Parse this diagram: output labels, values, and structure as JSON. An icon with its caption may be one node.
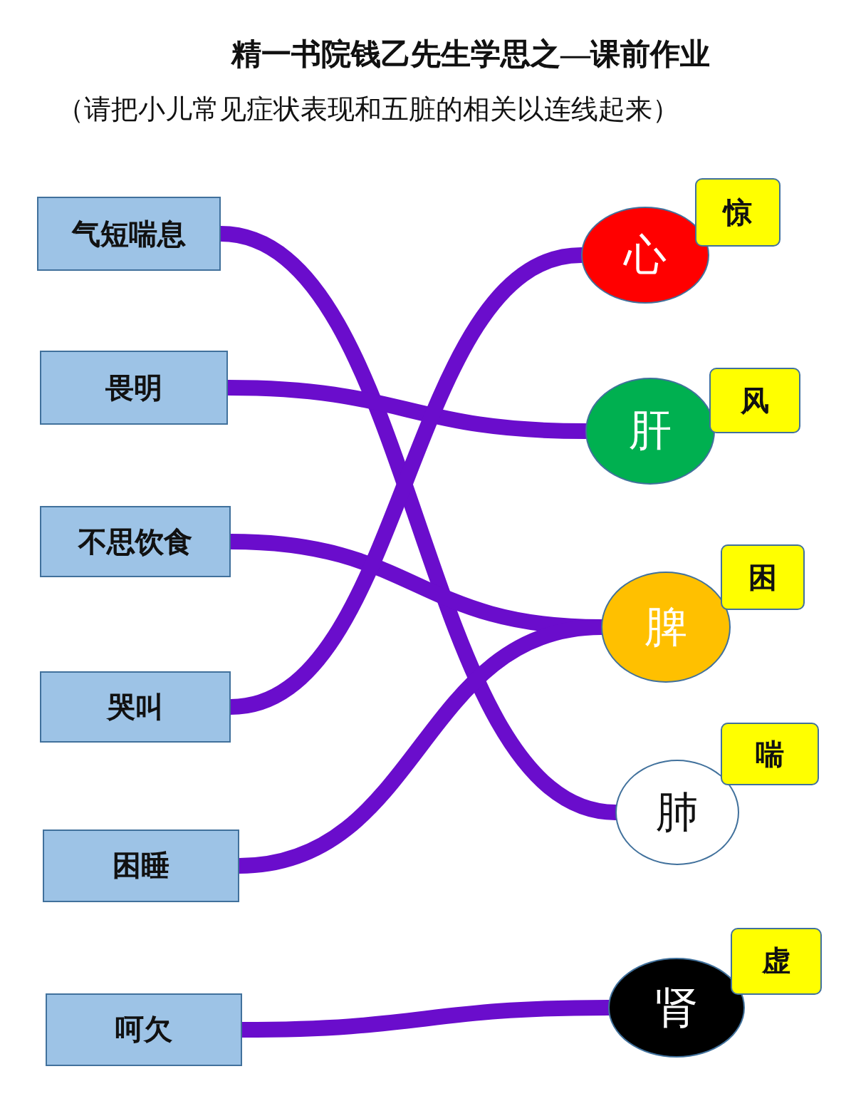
{
  "diagram": {
    "title": "精一书院钱乙先生学思之—课前作业",
    "caption": "（请把小儿常见症状表现和五脏的相关以连线起来）",
    "nodes": [
      {
        "text": [
          "气短喘息"
        ]
      },
      {
        "text": [
          "畏明"
        ]
      },
      {
        "text": [
          "不思饮食"
        ]
      },
      {
        "text": [
          "哭叫"
        ]
      },
      {
        "text": [
          "困睡"
        ]
      },
      {
        "text": [
          "呵欠"
        ]
      },
      {
        "text": [
          "心"
        ]
      },
      {
        "text": [
          "肝"
        ]
      },
      {
        "text": [
          "脾"
        ]
      },
      {
        "text": [
          "肺"
        ]
      },
      {
        "text": [
          "肾"
        ]
      },
      {
        "text": [
          "惊"
        ]
      },
      {
        "text": [
          "风"
        ]
      },
      {
        "text": [
          "困"
        ]
      },
      {
        "text": [
          "喘"
        ]
      },
      {
        "text": [
          "虚"
        ]
      }
    ],
    "edges": [
      {
        "from": 0,
        "to": 9,
        "arrow": "none"
      },
      {
        "from": 1,
        "to": 7,
        "arrow": "none"
      },
      {
        "from": 2,
        "to": 8,
        "arrow": "none"
      },
      {
        "from": 3,
        "to": 6,
        "arrow": "none"
      },
      {
        "from": 4,
        "to": 8,
        "arrow": "none"
      },
      {
        "from": 5,
        "to": 10,
        "arrow": "none"
      }
    ]
  }
}
